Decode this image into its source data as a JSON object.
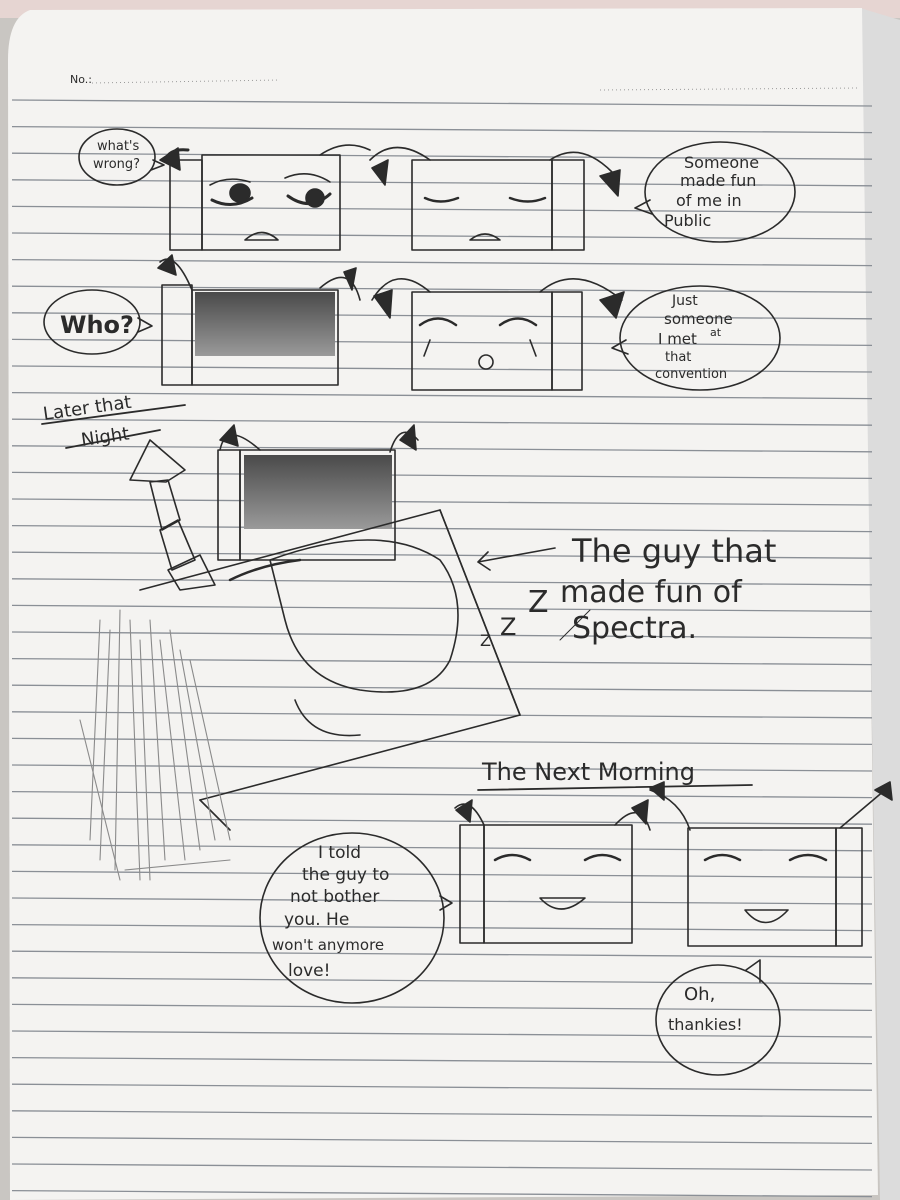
{
  "header": {
    "no_label": "No.:"
  },
  "panel1": {
    "bubble_left_line1": "what's",
    "bubble_left_line2": "wrong?",
    "bubble_right_line1": "Someone",
    "bubble_right_line2": "made fun",
    "bubble_right_line3": "of me in",
    "bubble_right_line4": "Public"
  },
  "panel2": {
    "bubble_left": "Who?",
    "bubble_right_line1": "Just",
    "bubble_right_line2": "someone",
    "bubble_right_line3": "I met",
    "bubble_right_line3b": "at",
    "bubble_right_line4": "that",
    "bubble_right_line5": "convention"
  },
  "panel3": {
    "caption_line1": "Later that",
    "caption_line2": "Night",
    "note_line1": "The guy that",
    "note_line2": "made fun of",
    "note_line3": "Spectra.",
    "sleep_z": "Z"
  },
  "panel4": {
    "caption": "The Next Morning",
    "bubble_left_line1": "I told",
    "bubble_left_line2": "the guy to",
    "bubble_left_line3": "not bother",
    "bubble_left_line4": "you. He",
    "bubble_left_line5": "won't anymore",
    "bubble_left_line6": "love!",
    "bubble_right_line1": "Oh,",
    "bubble_right_line2": "thankies!"
  },
  "colors": {
    "paper": "#f4f3f1",
    "rule_line": "#8a8f96",
    "pencil": "#2b2b2b",
    "shading": "#6f6f6f",
    "background_table": "#c9c6c2"
  }
}
